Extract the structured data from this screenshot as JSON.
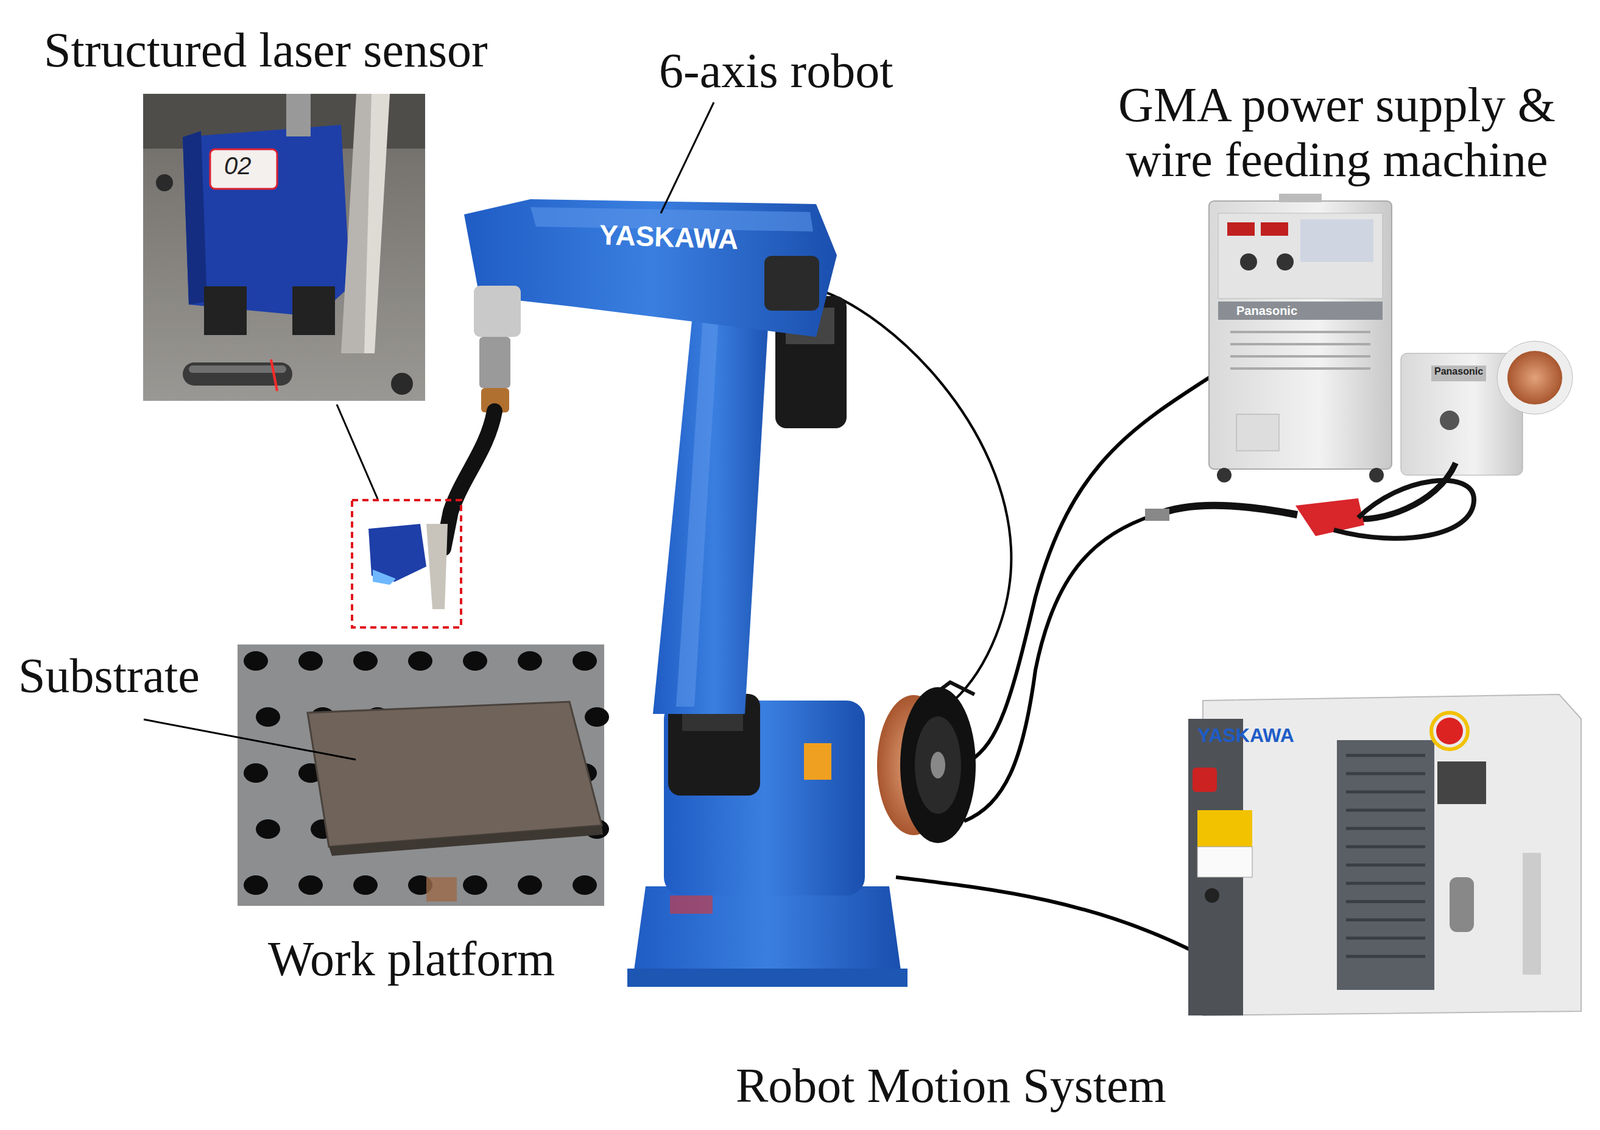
{
  "diagram": {
    "labels": [
      "Structured laser sensor",
      "02",
      "6-axis robot",
      "YASKAWA",
      "GMA power supply & wire feeding machine",
      "Panasonic",
      "Panasonic",
      "Substrate",
      "Work platform",
      "YASKAWA",
      "Robot Motion System"
    ]
  }
}
